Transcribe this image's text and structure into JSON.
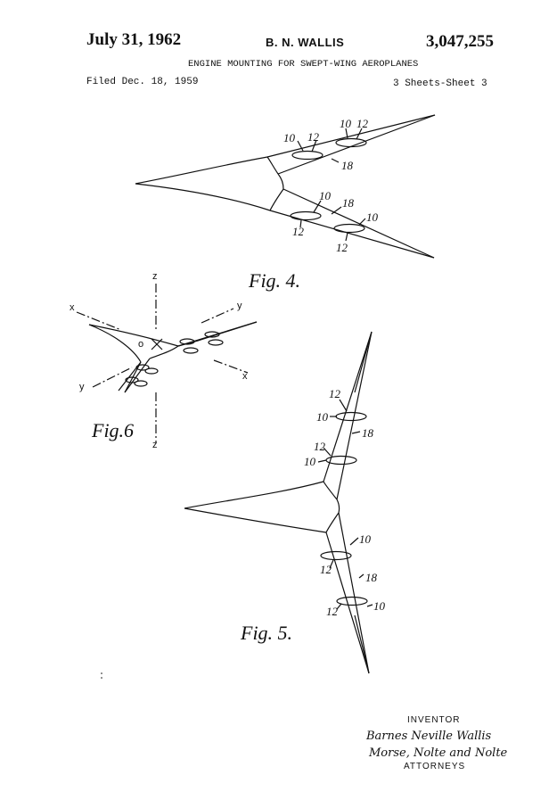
{
  "header": {
    "date": "July 31, 1962",
    "inventor": "B. N. WALLIS",
    "patent_number": "3,047,255",
    "title": "ENGINE MOUNTING FOR SWEPT-WING AEROPLANES",
    "filed": "Filed Dec. 18, 1959",
    "sheets": "3 Sheets-Sheet 3"
  },
  "figures": {
    "fig4": {
      "caption": "Fig. 4.",
      "labels": [
        "10",
        "12",
        "10",
        "12",
        "18",
        "10",
        "18",
        "10",
        "12",
        "12"
      ]
    },
    "fig5": {
      "caption": "Fig. 5.",
      "labels": [
        "12",
        "10",
        "18",
        "12",
        "10",
        "10",
        "12",
        "18",
        "12",
        "10"
      ]
    },
    "fig6": {
      "caption": "Fig.6",
      "axes": [
        "z",
        "y",
        "x",
        "y",
        "x",
        "z",
        "o"
      ]
    }
  },
  "signature": {
    "inventor_heading": "INVENTOR",
    "inventor_signature": "Barnes Neville Wallis",
    "attorneys_signature": "Morse, Nolte and Nolte",
    "attorneys_heading": "ATTORNEYS"
  },
  "colors": {
    "ink": "#111111",
    "paper": "#ffffff"
  }
}
